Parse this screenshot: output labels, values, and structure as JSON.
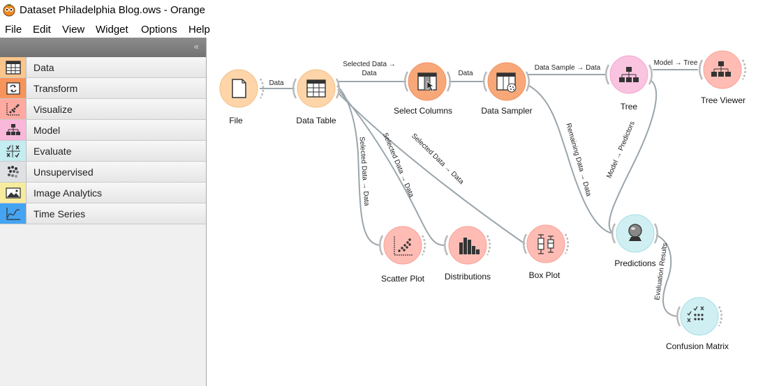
{
  "window": {
    "title": "Dataset Philadelphia Blog.ows - Orange"
  },
  "menu": [
    "File",
    "Edit",
    "View",
    "Widget",
    "Options",
    "Help"
  ],
  "sidebar": {
    "collapse_glyph": "«",
    "categories": [
      {
        "label": "Data",
        "color": "#fcc58b",
        "icon": "table-icon"
      },
      {
        "label": "Transform",
        "color": "#f7945a",
        "icon": "transform-icon"
      },
      {
        "label": "Visualize",
        "color": "#ffa9a1",
        "icon": "scatter-icon"
      },
      {
        "label": "Model",
        "color": "#f9b8da",
        "icon": "tree-icon"
      },
      {
        "label": "Evaluate",
        "color": "#c4edf1",
        "icon": "evaluate-icon"
      },
      {
        "label": "Unsupervised",
        "color": "#dfe1e4",
        "icon": "clusters-icon"
      },
      {
        "label": "Image Analytics",
        "color": "#f7ec9e",
        "icon": "image-icon"
      },
      {
        "label": "Time Series",
        "color": "#45a4f2",
        "icon": "timeseries-icon"
      }
    ]
  },
  "workflow": {
    "widgets": [
      {
        "id": "file",
        "label": "File",
        "color": "#fdd5a9"
      },
      {
        "id": "data-table",
        "label": "Data Table",
        "color": "#fdd5a9"
      },
      {
        "id": "select-columns",
        "label": "Select Columns",
        "color": "#f8a878"
      },
      {
        "id": "data-sampler",
        "label": "Data Sampler",
        "color": "#f8a878"
      },
      {
        "id": "tree",
        "label": "Tree",
        "color": "#fac3e0"
      },
      {
        "id": "tree-viewer",
        "label": "Tree Viewer",
        "color": "#ffbcb4"
      },
      {
        "id": "scatter-plot",
        "label": "Scatter Plot",
        "color": "#ffbcb4"
      },
      {
        "id": "distributions",
        "label": "Distributions",
        "color": "#ffbcb4"
      },
      {
        "id": "box-plot",
        "label": "Box Plot",
        "color": "#ffbcb4"
      },
      {
        "id": "predictions",
        "label": "Predictions",
        "color": "#cfeff3"
      },
      {
        "id": "confusion-matrix",
        "label": "Confusion Matrix",
        "color": "#cfeff3"
      }
    ],
    "links": [
      {
        "id": "file-datatable",
        "label": "Data"
      },
      {
        "id": "datatable-selectcolumns",
        "label_line1": "Selected Data →",
        "label_line2": "Data"
      },
      {
        "id": "selectcolumns-datasampler",
        "label": "Data"
      },
      {
        "id": "datasampler-tree",
        "label": "Data Sample → Data"
      },
      {
        "id": "tree-treeviewer",
        "label": "Model → Tree"
      },
      {
        "id": "datatable-scatter",
        "label": "Selected Data → Data"
      },
      {
        "id": "datatable-distributions",
        "label": "Selected Data → Data"
      },
      {
        "id": "datatable-boxplot",
        "label": "Selected Data → Data"
      },
      {
        "id": "datasampler-predictions",
        "label": "Remaining Data → Data"
      },
      {
        "id": "tree-predictions",
        "label": "Model → Predictors"
      },
      {
        "id": "predictions-confusion",
        "label": "Evaluation Results"
      }
    ],
    "colors": {
      "link": "#9aa5ab",
      "anchor": "#b8b8b8"
    }
  }
}
